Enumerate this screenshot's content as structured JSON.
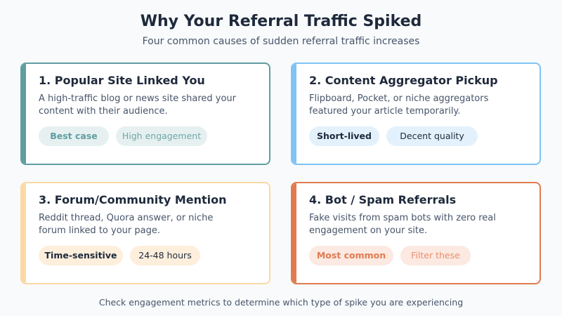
{
  "header": {
    "title": "Why Your Referral Traffic Spiked",
    "subtitle": "Four common causes of sudden referral traffic increases"
  },
  "cards": [
    {
      "title": "1. Popular Site Linked You",
      "description": "A high-traffic blog or news site shared your content with their audience.",
      "accent": "#5f9ea0",
      "tags": [
        {
          "label": "Best case",
          "bg": "#e6f0f0",
          "color": "#5f9ea0"
        },
        {
          "label": "High engagement",
          "bg": "#e6f0f0",
          "color": "#6fa8aa"
        }
      ]
    },
    {
      "title": "2. Content Aggregator Pickup",
      "description": "Flipboard, Pocket, or niche aggregators featured your article temporarily.",
      "accent": "#7fc4f5",
      "tags": [
        {
          "label": "Short-lived",
          "bg": "#e3f1fc",
          "color": "#1e293b"
        },
        {
          "label": "Decent quality",
          "bg": "#e3f1fc",
          "color": "#1e293b"
        }
      ]
    },
    {
      "title": "3. Forum/Community Mention",
      "description": "Reddit thread, Quora answer, or niche forum linked to your page.",
      "accent": "#fbd9a5",
      "tags": [
        {
          "label": "Time-sensitive",
          "bg": "#fdefdc",
          "color": "#1e293b"
        },
        {
          "label": "24-48 hours",
          "bg": "#fdefdc",
          "color": "#1e293b"
        }
      ]
    },
    {
      "title": "4. Bot / Spam Referrals",
      "description": "Fake visits from spam bots with zero real engagement on your site.",
      "accent": "#e07b50",
      "tags": [
        {
          "label": "Most common",
          "bg": "#fbe9e2",
          "color": "#e07b50"
        },
        {
          "label": "Filter these",
          "bg": "#fbe9e2",
          "color": "#e8906a"
        }
      ]
    }
  ],
  "footer": {
    "note": "Check engagement metrics to determine which type of spike you are experiencing"
  }
}
